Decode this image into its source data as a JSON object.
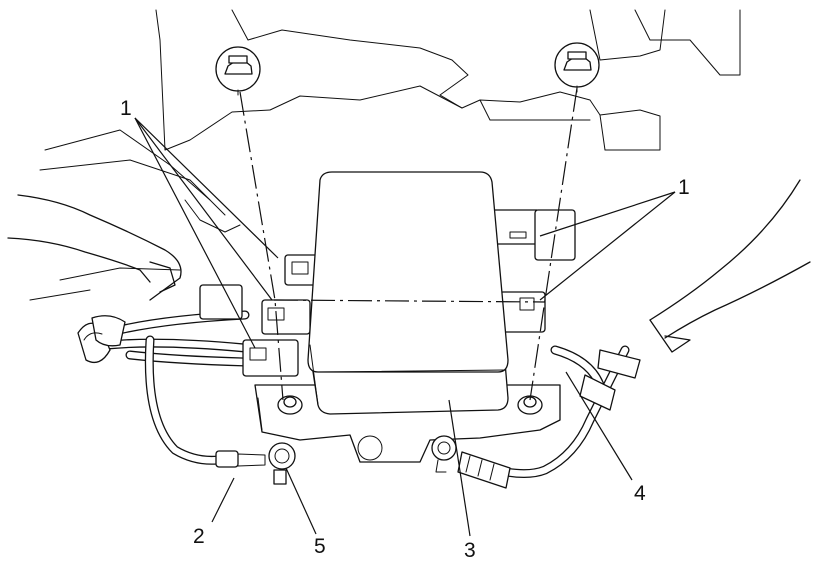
{
  "diagram": {
    "callouts": [
      {
        "id": "c1a",
        "label": "1"
      },
      {
        "id": "c1b",
        "label": "1"
      },
      {
        "id": "c2",
        "label": "2"
      },
      {
        "id": "c3",
        "label": "3"
      },
      {
        "id": "c4",
        "label": "4"
      },
      {
        "id": "c5",
        "label": "5"
      }
    ],
    "icons": [
      "nut-icon",
      "nut-icon"
    ],
    "colors": {
      "stroke": "#111111",
      "background": "#ffffff"
    }
  }
}
